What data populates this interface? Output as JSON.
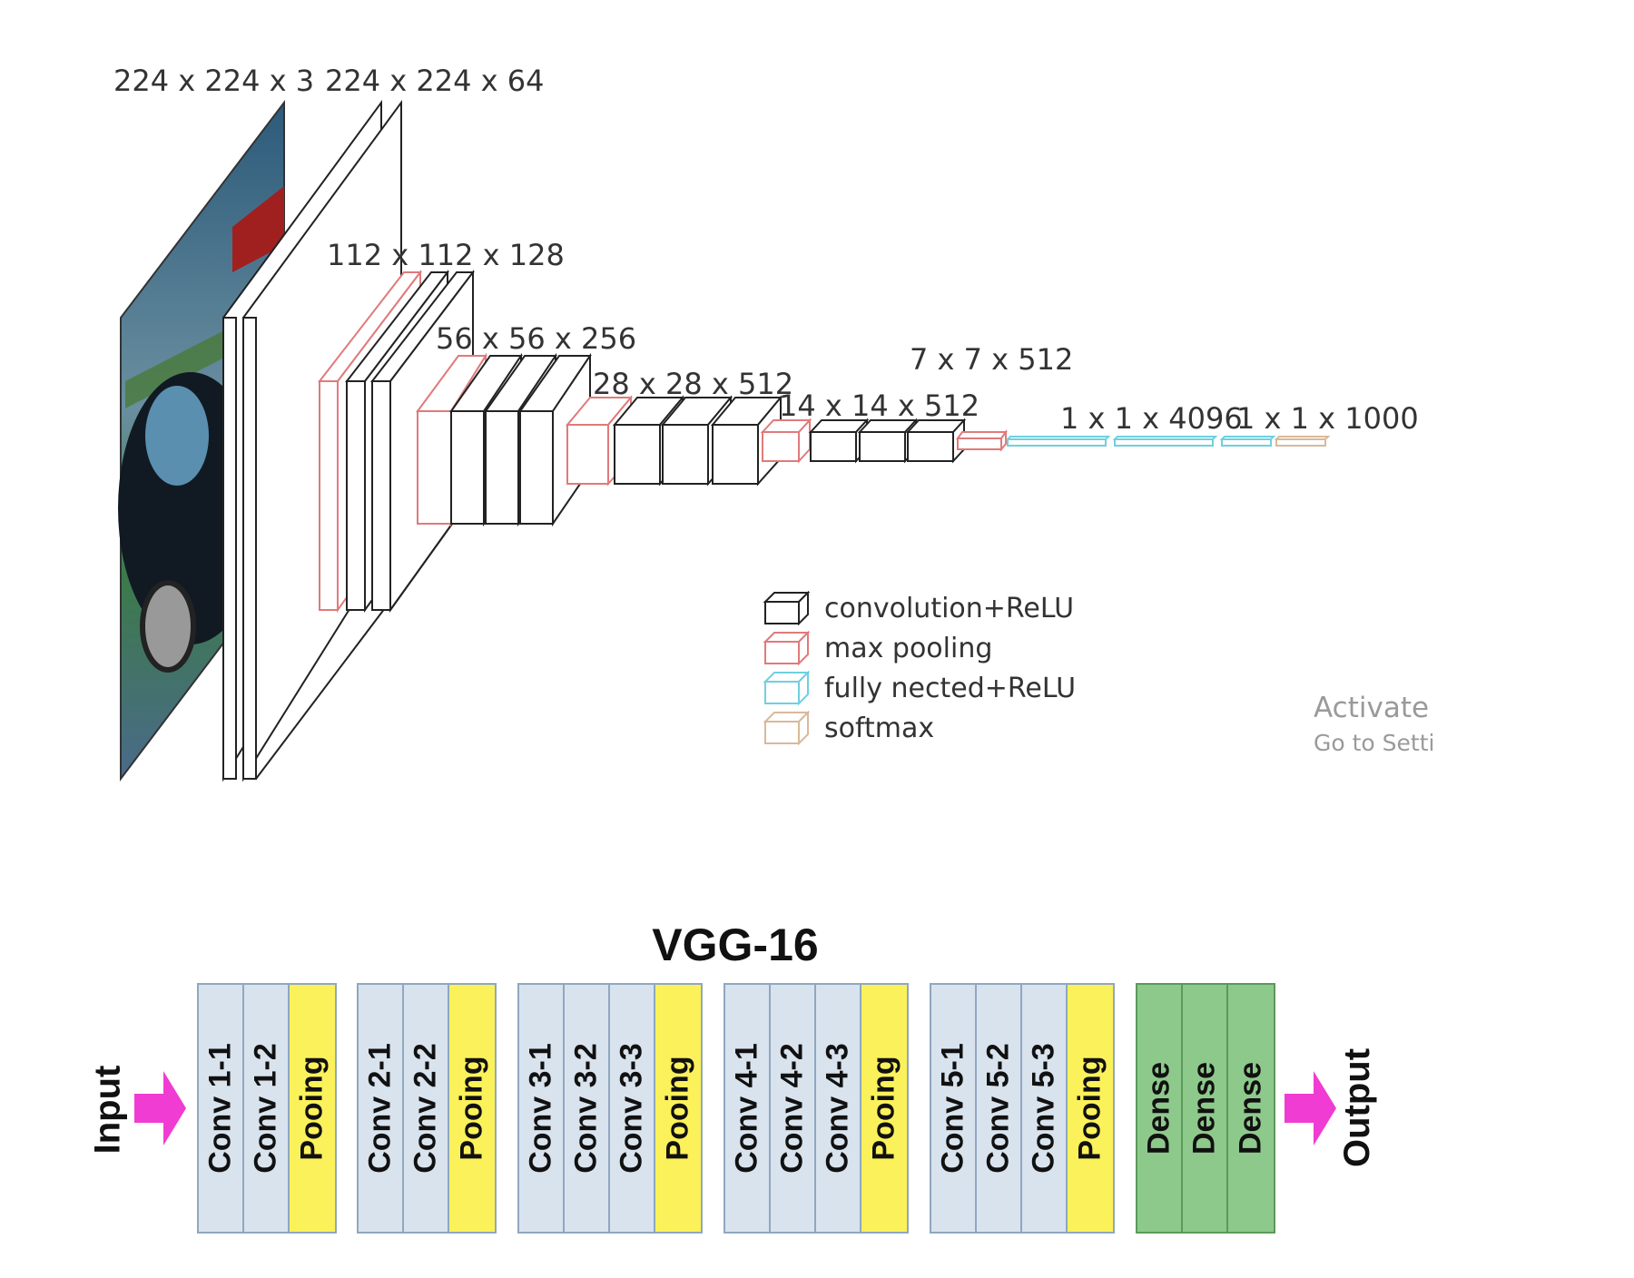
{
  "top_diagram": {
    "dimension_labels": [
      "224 x 224 x 3",
      "224 x 224 x 64",
      "112 x 112 x 128",
      "56 x 56 x 256",
      "28 x 28 x 512",
      "14 x 14 x 512",
      "7 x 7 x 512",
      "1 x 1 x 4096",
      "1 x 1 x 1000"
    ],
    "legend": [
      {
        "label": "convolution+ReLU",
        "color": "#222222"
      },
      {
        "label": "max pooling",
        "color": "#e07a7a"
      },
      {
        "label": "fully nected+ReLU",
        "color": "#6fd0e0"
      },
      {
        "label": "softmax",
        "color": "#d9b99a"
      }
    ],
    "watermark": {
      "line1": "Activate",
      "line2": "Go to Setti"
    }
  },
  "vgg": {
    "title": "VGG-16",
    "input_label": "Input",
    "output_label": "Output",
    "arrow_color": "#f03cd2",
    "groups": [
      {
        "type": "block",
        "layers": [
          {
            "label": "Conv 1-1",
            "kind": "conv"
          },
          {
            "label": "Conv 1-2",
            "kind": "conv"
          },
          {
            "label": "Pooing",
            "kind": "pool"
          }
        ]
      },
      {
        "type": "block",
        "layers": [
          {
            "label": "Conv 2-1",
            "kind": "conv"
          },
          {
            "label": "Conv 2-2",
            "kind": "conv"
          },
          {
            "label": "Pooing",
            "kind": "pool"
          }
        ]
      },
      {
        "type": "block",
        "layers": [
          {
            "label": "Conv 3-1",
            "kind": "conv"
          },
          {
            "label": "Conv 3-2",
            "kind": "conv"
          },
          {
            "label": "Conv 3-3",
            "kind": "conv"
          },
          {
            "label": "Pooing",
            "kind": "pool"
          }
        ]
      },
      {
        "type": "block",
        "layers": [
          {
            "label": "Conv 4-1",
            "kind": "conv"
          },
          {
            "label": "Conv 4-2",
            "kind": "conv"
          },
          {
            "label": "Conv 4-3",
            "kind": "conv"
          },
          {
            "label": "Pooing",
            "kind": "pool"
          }
        ]
      },
      {
        "type": "block",
        "layers": [
          {
            "label": "Conv 5-1",
            "kind": "conv"
          },
          {
            "label": "Conv 5-2",
            "kind": "conv"
          },
          {
            "label": "Conv 5-3",
            "kind": "conv"
          },
          {
            "label": "Pooing",
            "kind": "pool"
          }
        ]
      },
      {
        "type": "dense",
        "layers": [
          {
            "label": "Dense",
            "kind": "dense"
          },
          {
            "label": "Dense",
            "kind": "dense"
          },
          {
            "label": "Dense",
            "kind": "dense"
          }
        ]
      }
    ]
  }
}
